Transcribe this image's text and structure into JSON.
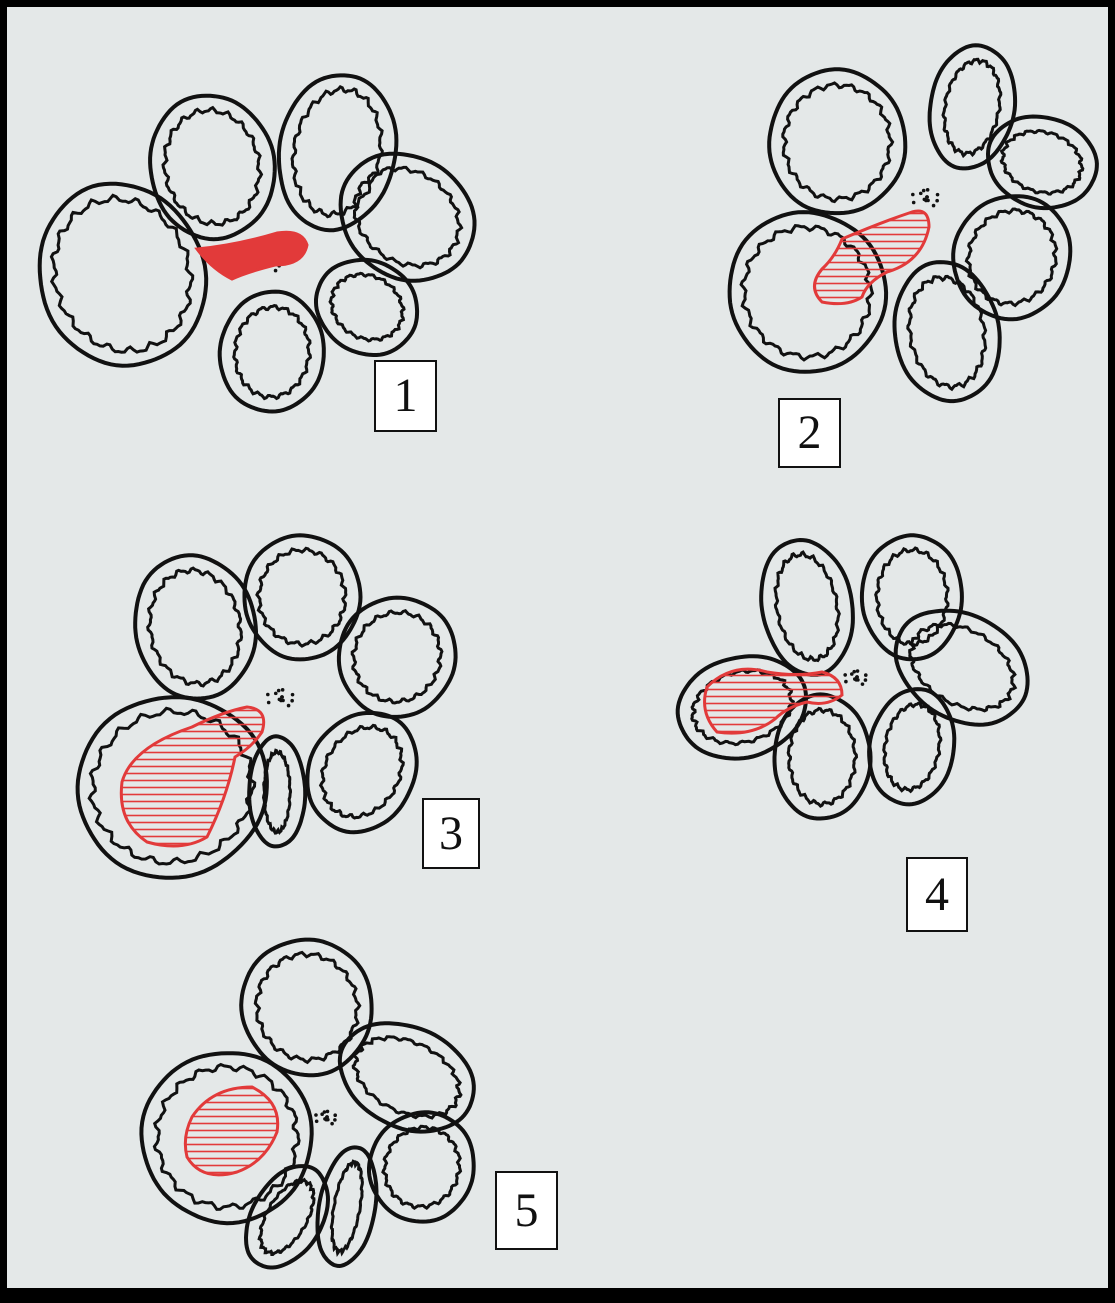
{
  "colors": {
    "paper": "#e4e8e8",
    "ink": "#111111",
    "highlight": "#e23a3a",
    "label_background": "#ffffff"
  },
  "stages": [
    {
      "label": "1",
      "highlight_style": "solid-red-fill"
    },
    {
      "label": "2",
      "highlight_style": "red-horizontal-hatching"
    },
    {
      "label": "3",
      "highlight_style": "red-horizontal-hatching"
    },
    {
      "label": "4",
      "highlight_style": "red-horizontal-hatching"
    },
    {
      "label": "5",
      "highlight_style": "red-horizontal-hatching"
    }
  ]
}
